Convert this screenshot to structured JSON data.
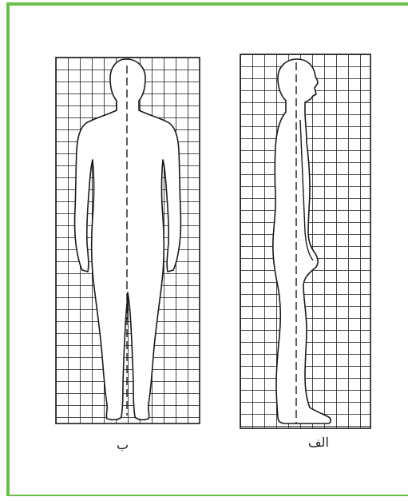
{
  "figure": {
    "panels": [
      {
        "name": "back-view",
        "label": "ب"
      },
      {
        "name": "side-view",
        "label": "الف"
      }
    ]
  },
  "colors": {
    "frame_border": "#6abf4b",
    "grid_line": "#1a1a1a",
    "figure_fill": "#ffffff"
  }
}
